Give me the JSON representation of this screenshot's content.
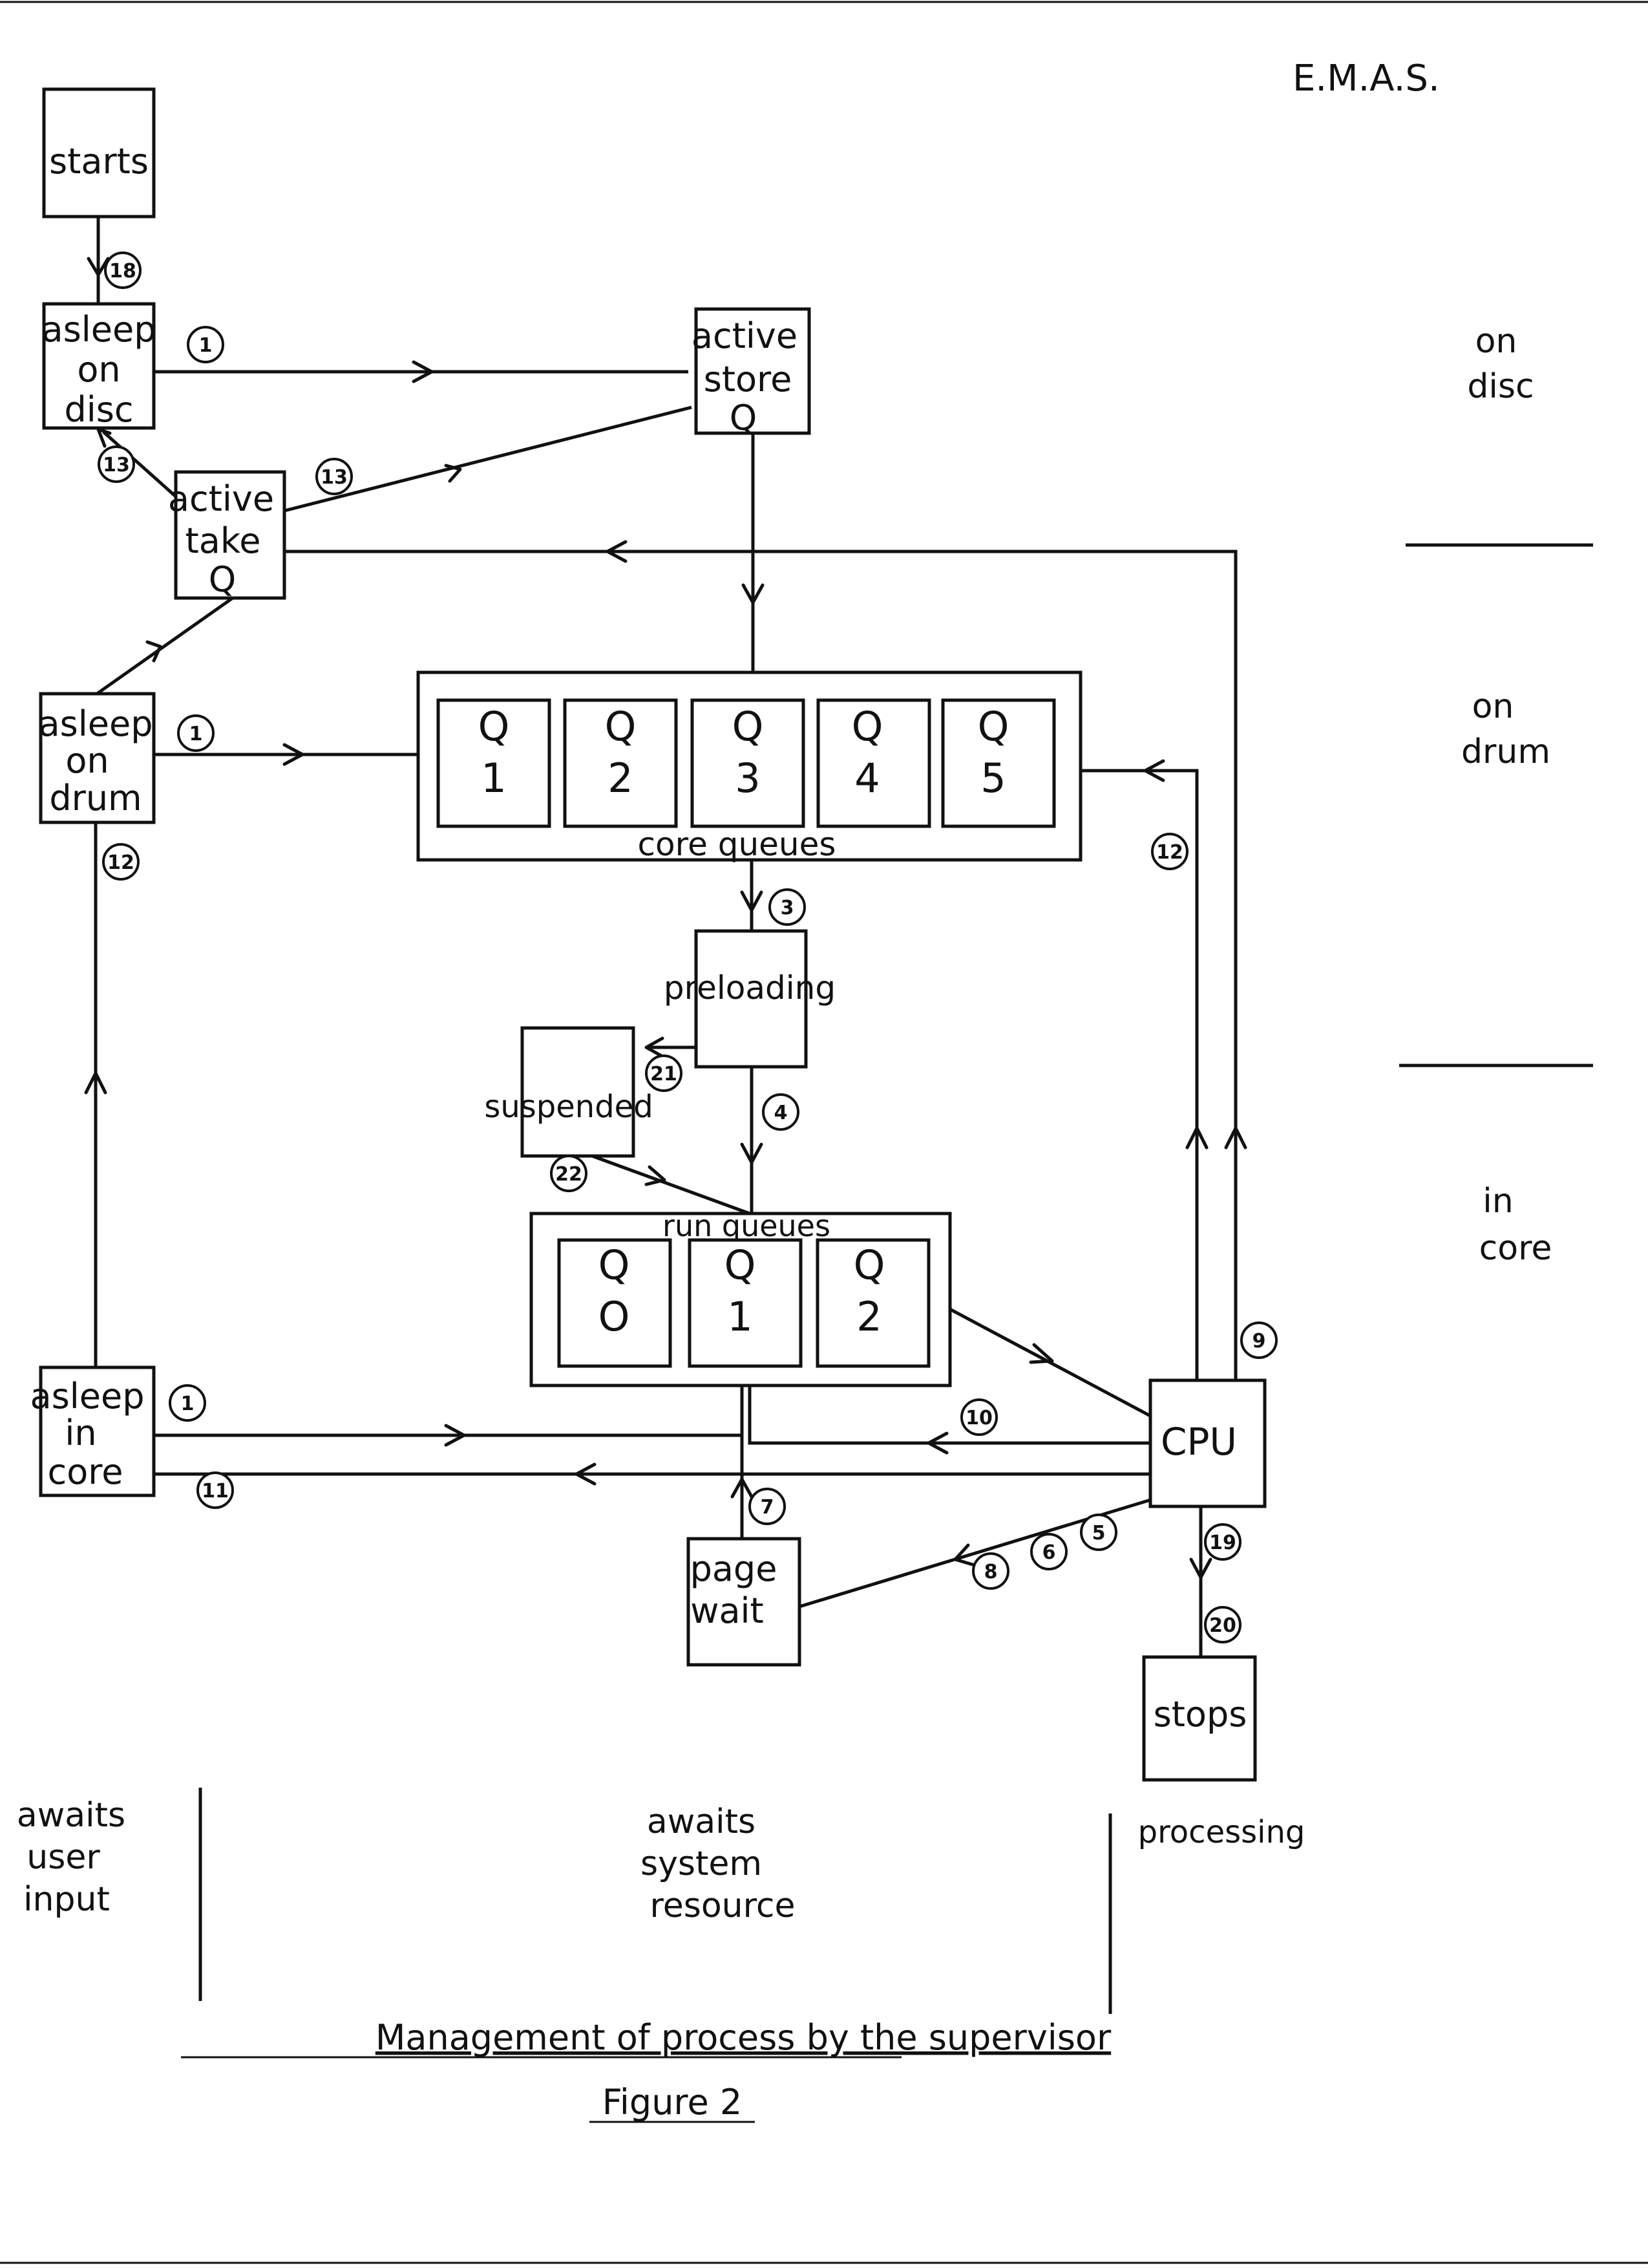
{
  "header": {
    "system": "E.M.A.S."
  },
  "nodes": {
    "starts": "starts",
    "asleep_disc": [
      "asleep",
      "on",
      "disc"
    ],
    "active_store": [
      "active",
      "store",
      "Q"
    ],
    "active_take": [
      "active",
      "take",
      "Q"
    ],
    "asleep_drum": [
      "asleep",
      "on",
      "drum"
    ],
    "core_queues": {
      "label": "core queues",
      "cells": [
        {
          "q": "Q",
          "n": "1"
        },
        {
          "q": "Q",
          "n": "2"
        },
        {
          "q": "Q",
          "n": "3"
        },
        {
          "q": "Q",
          "n": "4"
        },
        {
          "q": "Q",
          "n": "5"
        }
      ]
    },
    "preloading": "preloading",
    "suspended": "suspended",
    "run_queues": {
      "label": "run queues",
      "cells": [
        {
          "q": "Q",
          "n": "O"
        },
        {
          "q": "Q",
          "n": "1"
        },
        {
          "q": "Q",
          "n": "2"
        }
      ]
    },
    "asleep_core": [
      "asleep",
      "in",
      "core"
    ],
    "cpu": "CPU",
    "page_wait": [
      "page",
      "wait"
    ],
    "stops": "stops"
  },
  "transitions": {
    "t18": "18",
    "t1a": "1",
    "t13a": "13",
    "t13b": "13",
    "t1b": "1",
    "t12a": "12",
    "t12b": "12",
    "t3": "3",
    "t21": "21",
    "t4": "4",
    "t22": "22",
    "t9": "9",
    "t1c": "1",
    "t10": "10",
    "t11": "11",
    "t7": "7",
    "t8": "8",
    "t6": "6",
    "t5": "5",
    "t19": "19",
    "t20": "20"
  },
  "zones": {
    "disc": [
      "on",
      "disc"
    ],
    "drum": [
      "on",
      "drum"
    ],
    "core": [
      "in",
      "core"
    ]
  },
  "columns": {
    "user": [
      "awaits",
      "user",
      "input"
    ],
    "system": [
      "awaits",
      "system",
      "resource"
    ],
    "processing": "processing"
  },
  "caption": {
    "title": "Management of process by the supervisor",
    "figure": "Figure  2"
  }
}
